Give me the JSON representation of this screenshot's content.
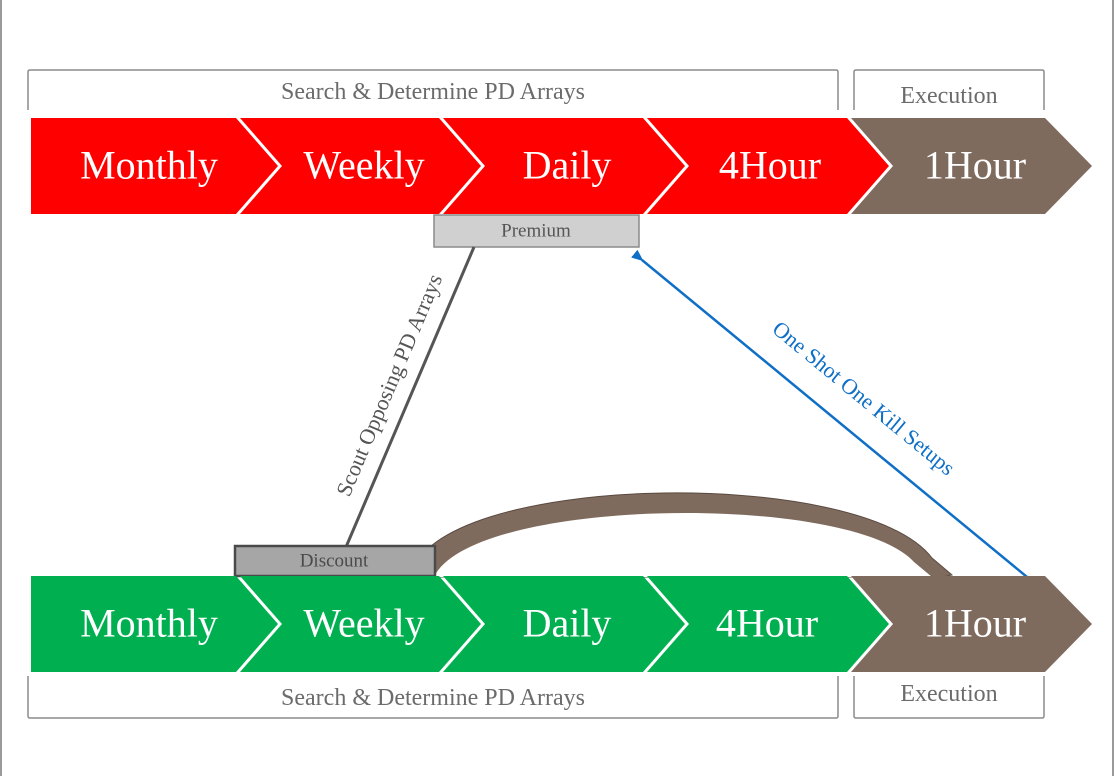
{
  "top_row": {
    "bracket_search_label": "Search & Determine PD Arrays",
    "bracket_execution_label": "Execution",
    "timeframes": [
      "Monthly",
      "Weekly",
      "Daily",
      "4Hour",
      "1Hour"
    ],
    "color_search": "#ff0000",
    "color_execution": "#7f6b5d",
    "premium_label": "Premium"
  },
  "bottom_row": {
    "bracket_search_label": "Search & Determine PD Arrays",
    "bracket_execution_label": "Execution",
    "timeframes": [
      "Monthly",
      "Weekly",
      "Daily",
      "4Hour",
      "1Hour"
    ],
    "color_search": "#00b050",
    "color_execution": "#7f6b5d",
    "discount_label": "Discount"
  },
  "connectors": {
    "scout_label": "Scout Opposing PD Arrays",
    "scout_color": "#555555",
    "setups_label": "One Shot One Kill Setups",
    "setups_color": "#0f6fc6",
    "curve_color": "#7f6b5d"
  }
}
